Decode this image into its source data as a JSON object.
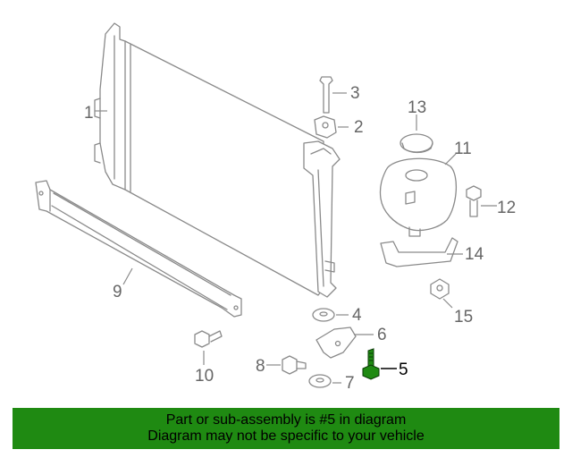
{
  "diagram": {
    "labels": [
      "1",
      "2",
      "3",
      "4",
      "5",
      "6",
      "7",
      "8",
      "9",
      "10",
      "11",
      "12",
      "13",
      "14",
      "15"
    ],
    "highlighted_part": "5",
    "highlight_color": "#1f8a12"
  },
  "banner": {
    "line1": "Part or sub-assembly is #5 in diagram",
    "line2": "Diagram may not be specific to your vehicle",
    "background": "#1f8a12"
  }
}
